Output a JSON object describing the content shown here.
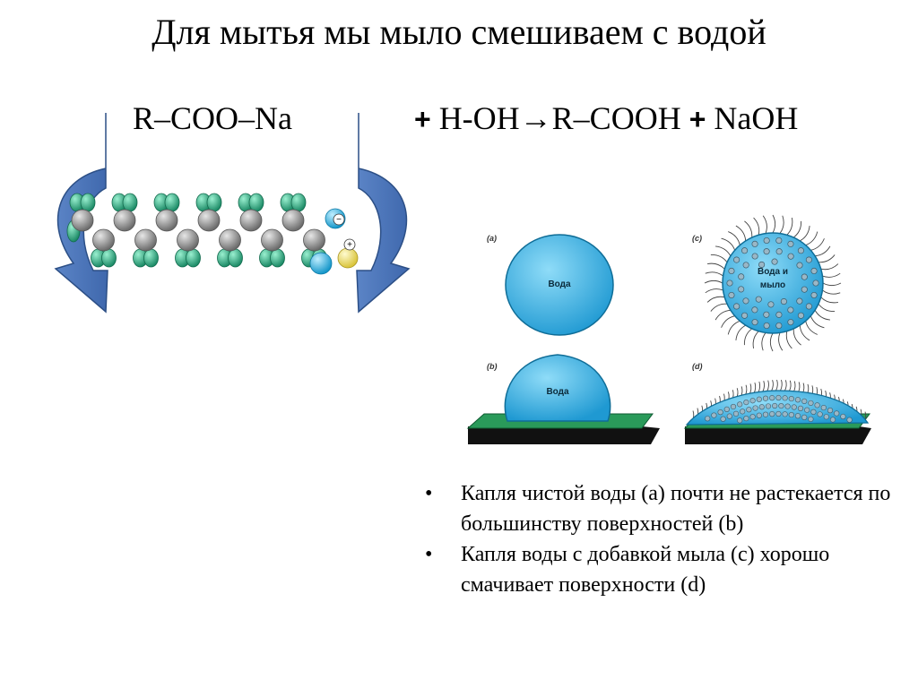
{
  "title": "Для мытья мы мыло смешиваем с водой",
  "equation": {
    "reactant": "R–COO–Na",
    "plus_1": "+",
    "water": "H-OH",
    "arrow": "→",
    "product_acid": "R–COOH",
    "plus_2": "+",
    "product_base": "NaOH"
  },
  "molecule": {
    "charge_negative": "−",
    "charge_positive": "+"
  },
  "panels": {
    "a": {
      "label": "(a)",
      "drop_text": "Вода"
    },
    "b": {
      "label": "(b)",
      "drop_text": "Вода"
    },
    "c": {
      "label": "(c)",
      "drop_text_line1": "Вода и",
      "drop_text_line2": "мыло"
    },
    "d": {
      "label": "(d)"
    }
  },
  "bullets": [
    "Капля чистой воды (а) почти не растекается по большинству поверхностей (b)",
    "Капля воды с добавкой мыла (с) хорошо смачивает поверхности (d)"
  ],
  "colors": {
    "arrow_fill": "#4a74b8",
    "arrow_stroke": "#2c4f86",
    "carbon": "#8f8f8f",
    "hydrogen": "#2fb38a",
    "oxygen": "#29aee0",
    "sodium": "#f2e36c",
    "water_drop": "#3fb5e6",
    "surface_top": "#2a9a5a",
    "surface_side": "#111111"
  }
}
